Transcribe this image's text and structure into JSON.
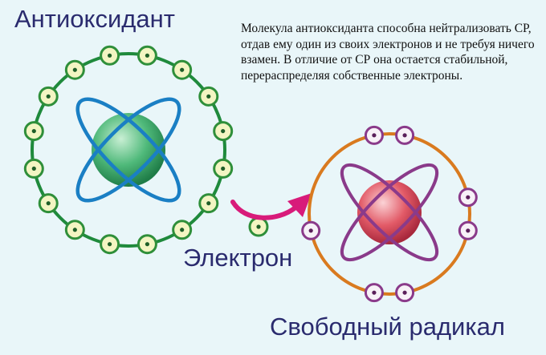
{
  "antioxidant_title": "Антиоксидант",
  "description": "Молекула антиоксиданта способна нейтрализовать СР, отдав ему один из своих электронов и не требуя ничего взамен. В отличие от СР она остается стабильной, перераспределяя собственные электроны.",
  "electron_label": "Электрон",
  "free_radical_label": "Свободный радикал",
  "colors": {
    "background": "#e9f6f9",
    "antioxidant_orbit": "#1f8a3c",
    "antioxidant_nucleus": "#3fae6e",
    "antioxidant_ellipses": "#1a7fc4",
    "electron_fill": "#f3f5c2",
    "electron_stroke": "#2f8f3a",
    "radical_orbit": "#d97a1f",
    "radical_nucleus": "#e05a6a",
    "radical_ellipses": "#8a3a8a",
    "radical_electron_stroke": "#8a3a8a",
    "arrow": "#d81b7a",
    "label_text": "#2a2b6e"
  }
}
